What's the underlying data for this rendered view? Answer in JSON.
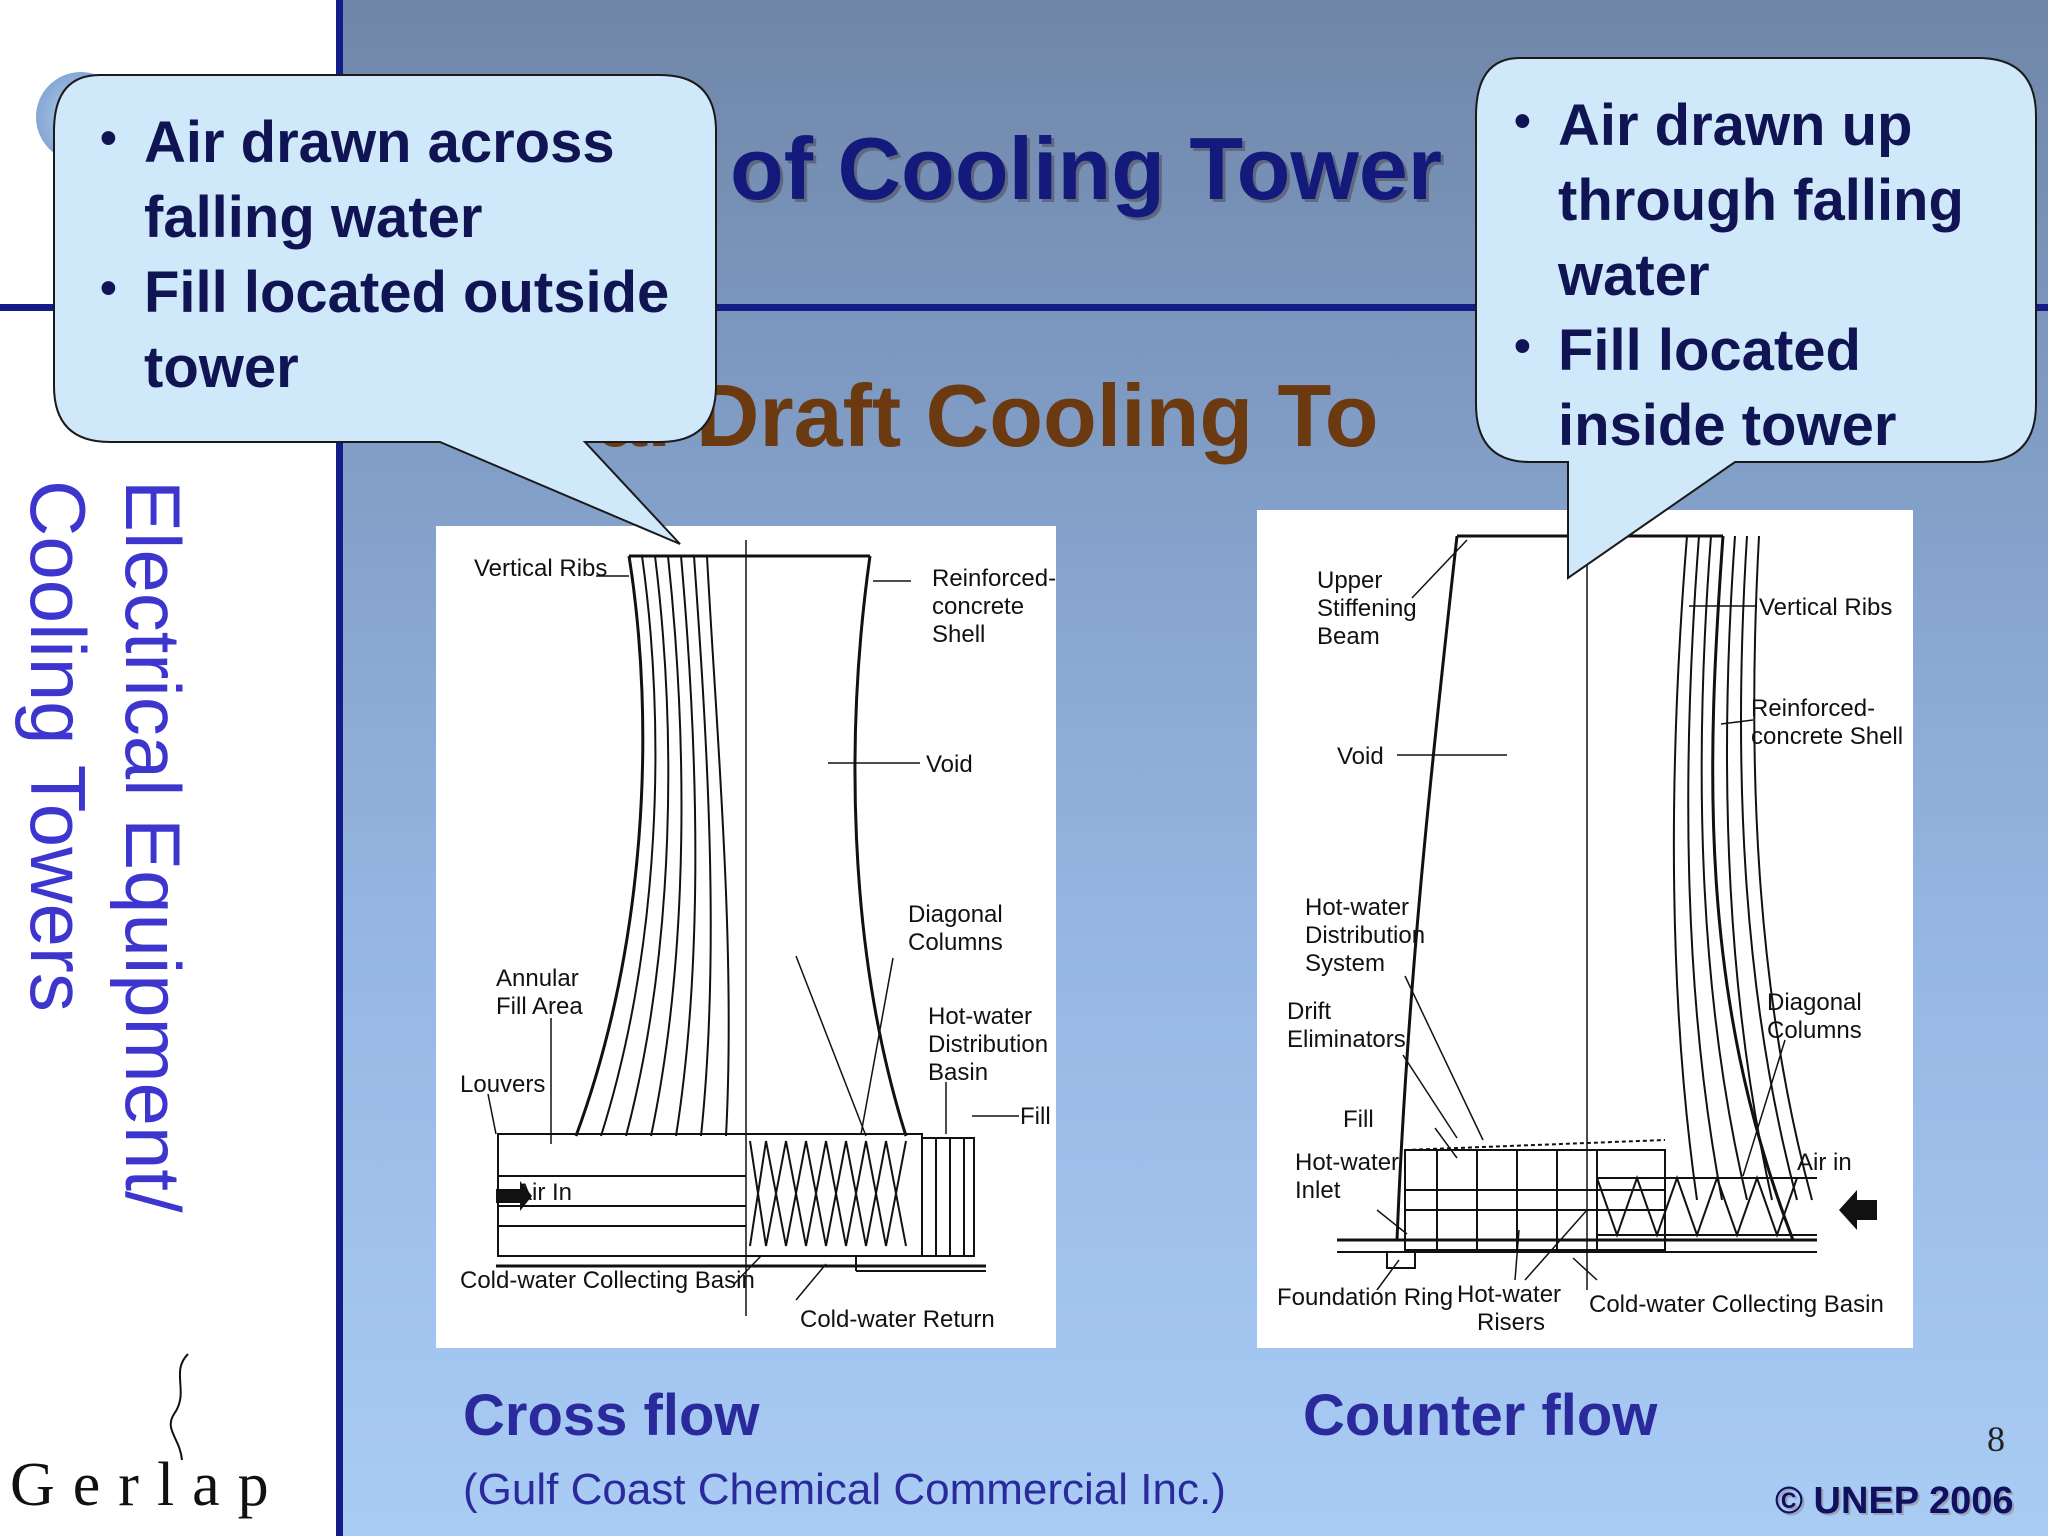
{
  "slide": {
    "title": "of Cooling Tower",
    "subtitle": "al Draft Cooling To",
    "sidebar_line1": "Electrical Equipment/",
    "sidebar_line2": "Cooling Towers",
    "logo_text": "Gerlap",
    "page_number": "8",
    "copyright": "© UNEP 2006",
    "source": "(Gulf Coast Chemical Commercial Inc.)"
  },
  "bubbles": {
    "left": [
      "Air drawn across falling water",
      "Fill located outside tower"
    ],
    "right": [
      "Air drawn up through falling water",
      "Fill located inside tower"
    ]
  },
  "captions": {
    "left": "Cross flow",
    "right": "Counter flow"
  },
  "diagrams": {
    "crossflow_labels": {
      "vertical_ribs": "Vertical Ribs",
      "shell_1": "Reinforced-",
      "shell_2": "concrete",
      "shell_3": "Shell",
      "void": "Void",
      "diag_1": "Diagonal",
      "diag_2": "Columns",
      "annular_1": "Annular",
      "annular_2": "Fill Area",
      "hot_1": "Hot-water",
      "hot_2": "Distribution",
      "hot_3": "Basin",
      "louvers": "Louvers",
      "fill": "Fill",
      "air_in": "Air In",
      "basin": "Cold-water Collecting Basin",
      "return": "Cold-water Return"
    },
    "counterflow_labels": {
      "upper_1": "Upper",
      "upper_2": "Stiffening",
      "upper_3": "Beam",
      "vertical_ribs": "Vertical Ribs",
      "shell_1": "Reinforced-",
      "shell_2": "concrete Shell",
      "void": "Void",
      "hot_1": "Hot-water",
      "hot_2": "Distribution",
      "hot_3": "System",
      "drift_1": "Drift",
      "drift_2": "Eliminators",
      "diag_1": "Diagonal",
      "diag_2": "Columns",
      "fill": "Fill",
      "inlet_1": "Hot-water",
      "inlet_2": "Inlet",
      "air_in": "Air in",
      "foundation": "Foundation Ring",
      "risers_1": "Hot-water",
      "risers_2": "Risers",
      "basin": "Cold-water Collecting Basin"
    }
  }
}
